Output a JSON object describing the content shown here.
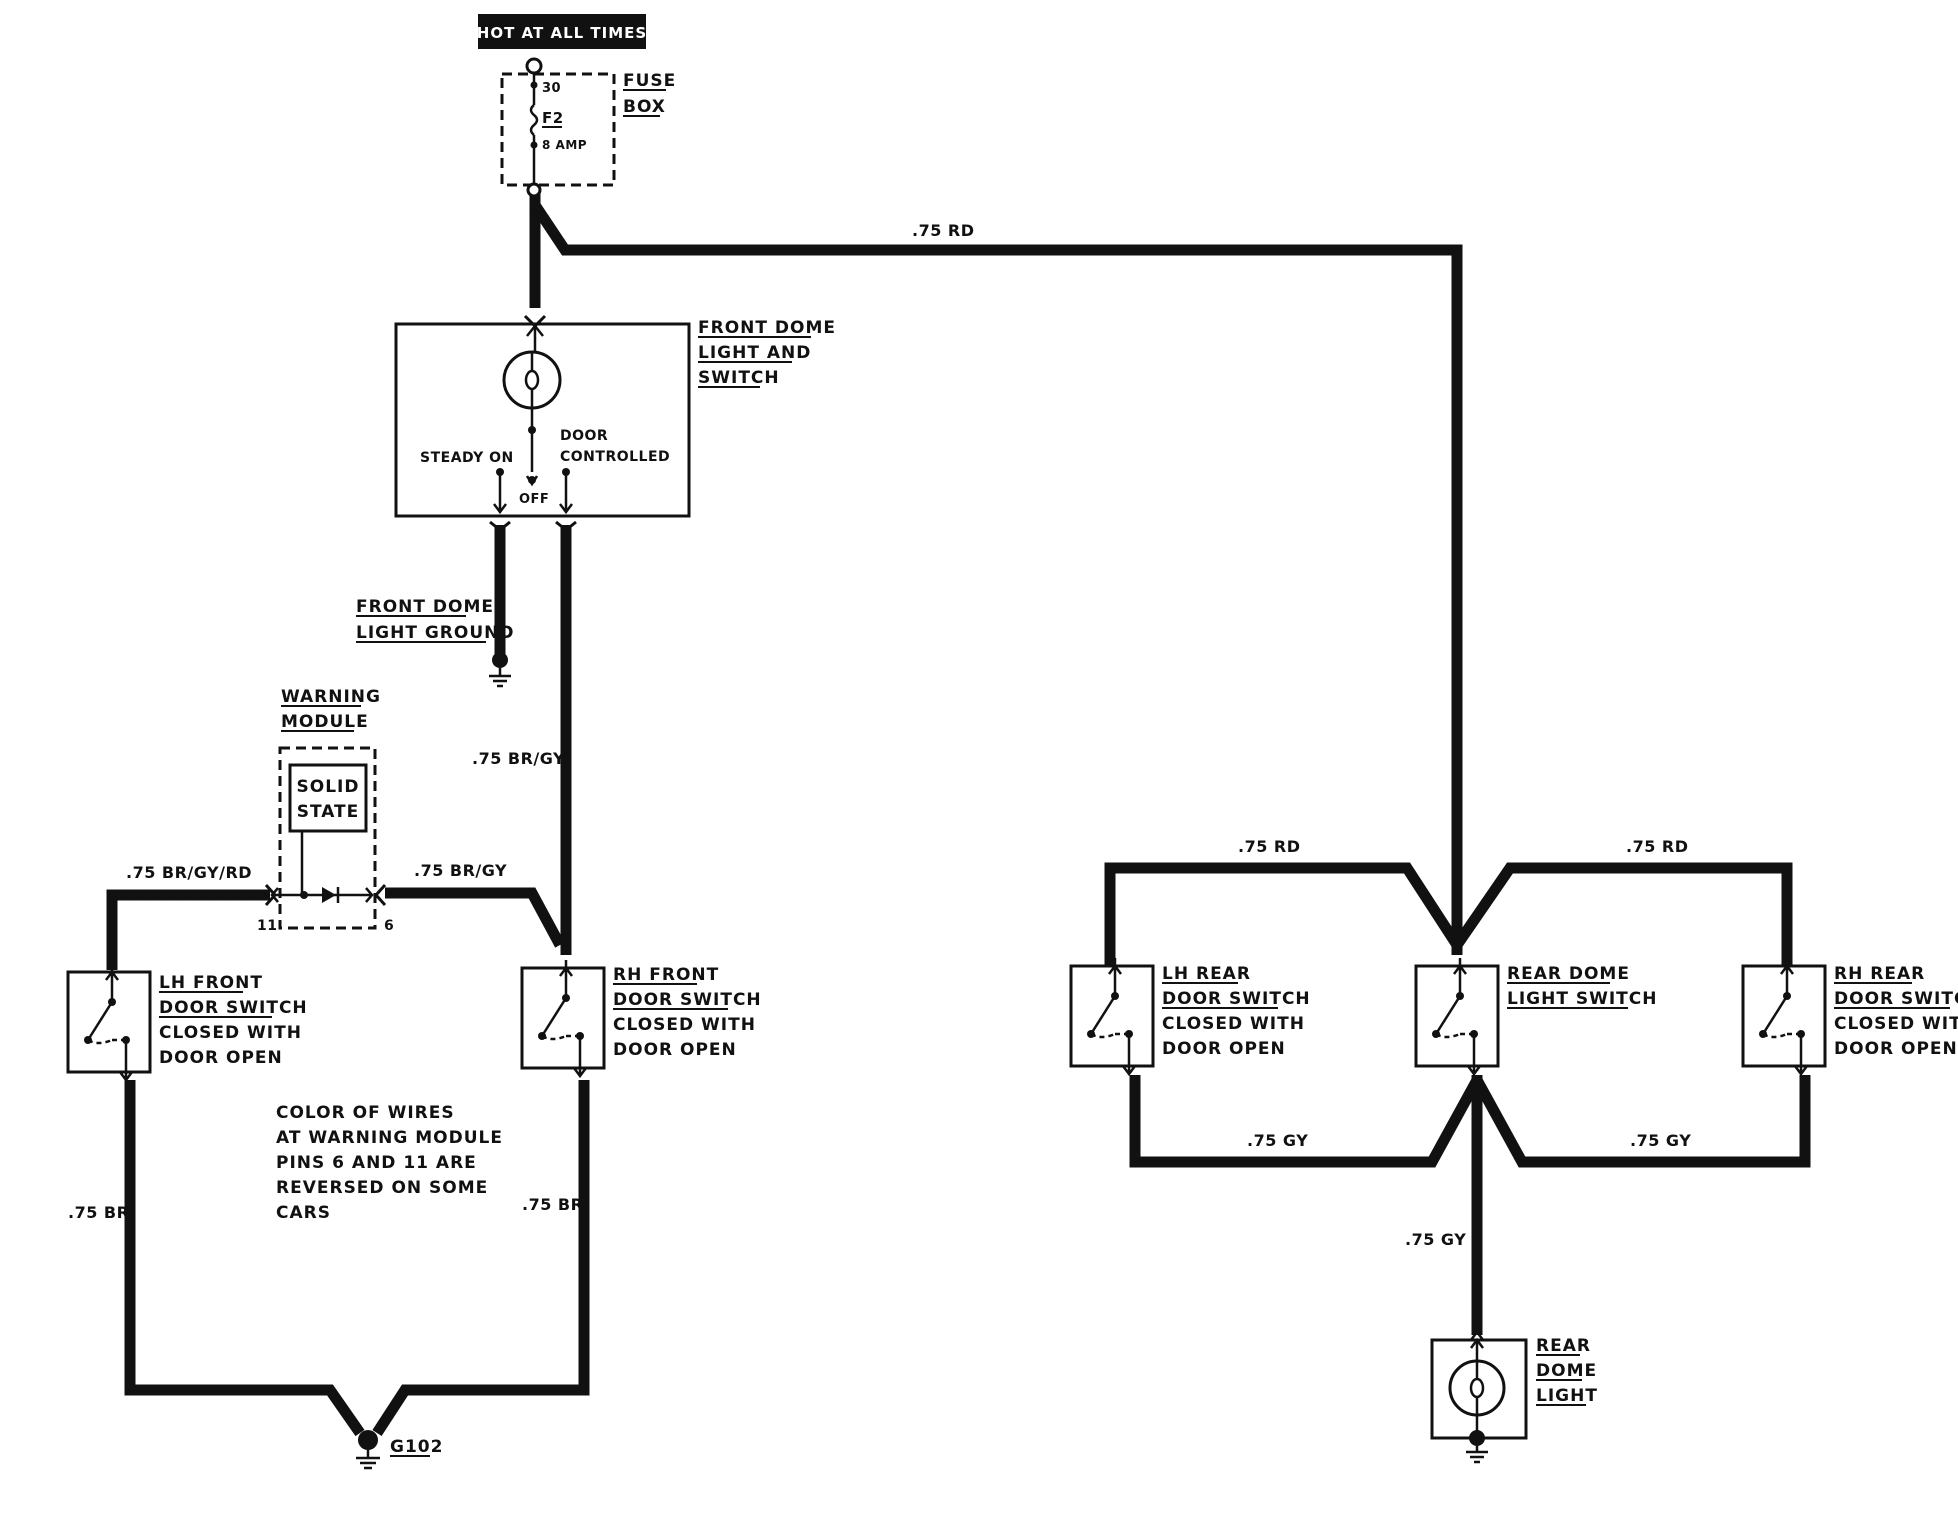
{
  "header": {
    "hot_label": "HOT AT ALL TIMES"
  },
  "fuse_box": {
    "pin": "30",
    "fuse_id": "F2",
    "rating": "8 AMP",
    "label_1": "FUSE",
    "label_2": "BOX"
  },
  "front_dome": {
    "label_1": "FRONT DOME",
    "label_2": "LIGHT AND",
    "label_3": "SWITCH",
    "steady_on": "STEADY ON",
    "off": "OFF",
    "door_1": "DOOR",
    "door_2": "CONTROLLED"
  },
  "front_ground": {
    "label_1": "FRONT DOME",
    "label_2": "LIGHT GROUND"
  },
  "warning_module": {
    "label_1": "WARNING",
    "label_2": "MODULE",
    "inner_1": "SOLID",
    "inner_2": "STATE",
    "pin_left": "11",
    "pin_right": "6"
  },
  "lh_front_switch": {
    "label_1": "LH FRONT",
    "label_2": "DOOR SWITCH",
    "label_3": "CLOSED  WITH",
    "label_4": "DOOR OPEN"
  },
  "rh_front_switch": {
    "label_1": "RH FRONT",
    "label_2": "DOOR SWITCH",
    "label_3": "CLOSED WITH",
    "label_4": "DOOR OPEN"
  },
  "note": {
    "line_1": "COLOR OF WIRES",
    "line_2": "AT WARNING MODULE",
    "line_3": "PINS 6 AND 11 ARE",
    "line_4": "REVERSED ON SOME",
    "line_5": "CARS"
  },
  "ground_g102": "G102",
  "lh_rear_switch": {
    "label_1": "LH REAR",
    "label_2": "DOOR SWITCH",
    "label_3": "CLOSED WITH",
    "label_4": "DOOR OPEN"
  },
  "rear_dome_switch": {
    "label_1": "REAR DOME",
    "label_2": "LIGHT SWITCH"
  },
  "rh_rear_switch": {
    "label_1": "RH REAR",
    "label_2": "DOOR SWITCH",
    "label_3": "CLOSED WITH",
    "label_4": "DOOR OPEN"
  },
  "rear_dome_light": {
    "label_1": "REAR",
    "label_2": "DOME",
    "label_3": "LIGHT"
  },
  "wires": {
    "fuse_to_rear": ".75 RD",
    "front_dome_to_rh": ".75 BR/GY",
    "module_to_lh": ".75 BR/GY/RD",
    "module_to_rh": ".75 BR/GY",
    "lh_to_g102": ".75 BR",
    "rh_to_g102": ".75 BR",
    "rear_lh_top": ".75 RD",
    "rear_rh_top": ".75 RD",
    "rear_lh_bottom": ".75 GY",
    "rear_rh_bottom": ".75 GY",
    "rear_to_dome": ".75 GY"
  }
}
